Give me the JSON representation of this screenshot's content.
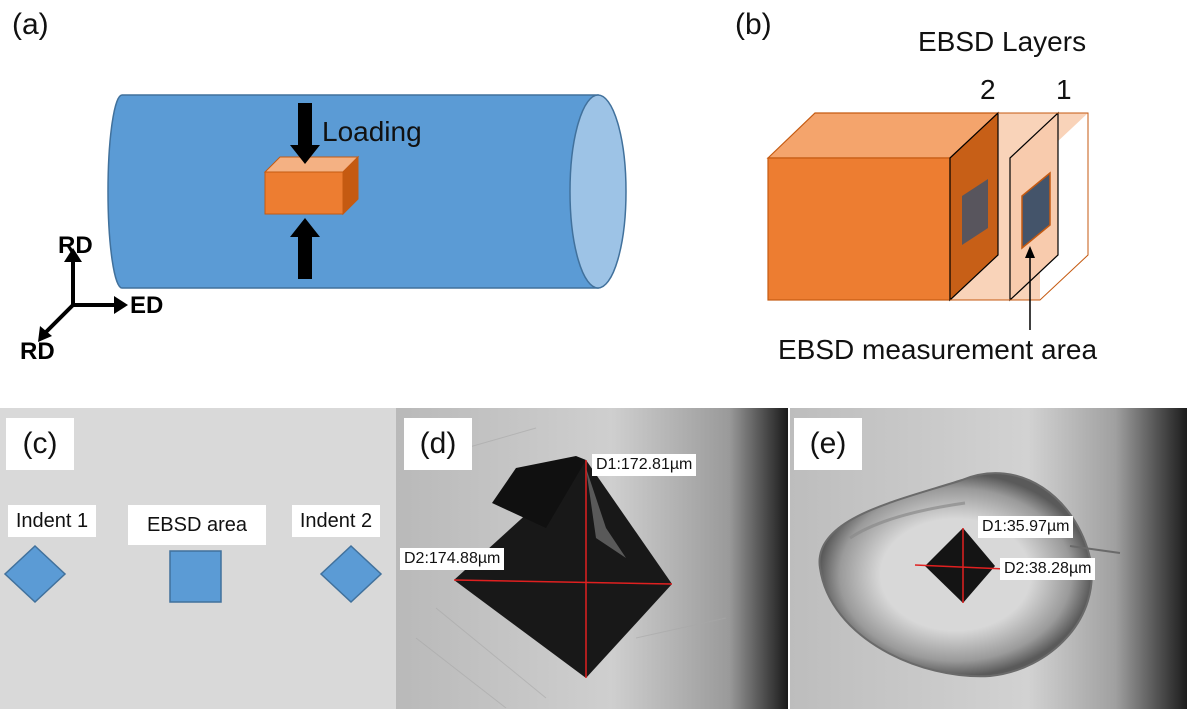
{
  "panel_a": {
    "label": "(a)",
    "loading_label": "Loading",
    "axis_rd_top": "RD",
    "axis_ed": "ED",
    "axis_rd_bottom": "RD",
    "colors": {
      "cylinder": "#5b9bd5",
      "cylinder_end": "#9dc3e6",
      "sample": "#ed7d31"
    }
  },
  "panel_b": {
    "label": "(b)",
    "title": "EBSD Layers",
    "layer_2": "2",
    "layer_1": "1",
    "measurement_label": "EBSD measurement area",
    "colors": {
      "block": "#ed7d31",
      "layer": "#f8cbad",
      "area": "#44546a"
    }
  },
  "panel_c": {
    "label": "(c)",
    "indent_1": "Indent 1",
    "ebsd_area": "EBSD area",
    "indent_2": "Indent 2",
    "colors": {
      "background": "#d9d9d9",
      "shape": "#5b9bd5"
    }
  },
  "panel_d": {
    "label": "(d)",
    "d1": "D1:172.81µm",
    "d2": "D2:174.88µm"
  },
  "panel_e": {
    "label": "(e)",
    "d1": "D1:35.97µm",
    "d2": "D2:38.28µm"
  }
}
